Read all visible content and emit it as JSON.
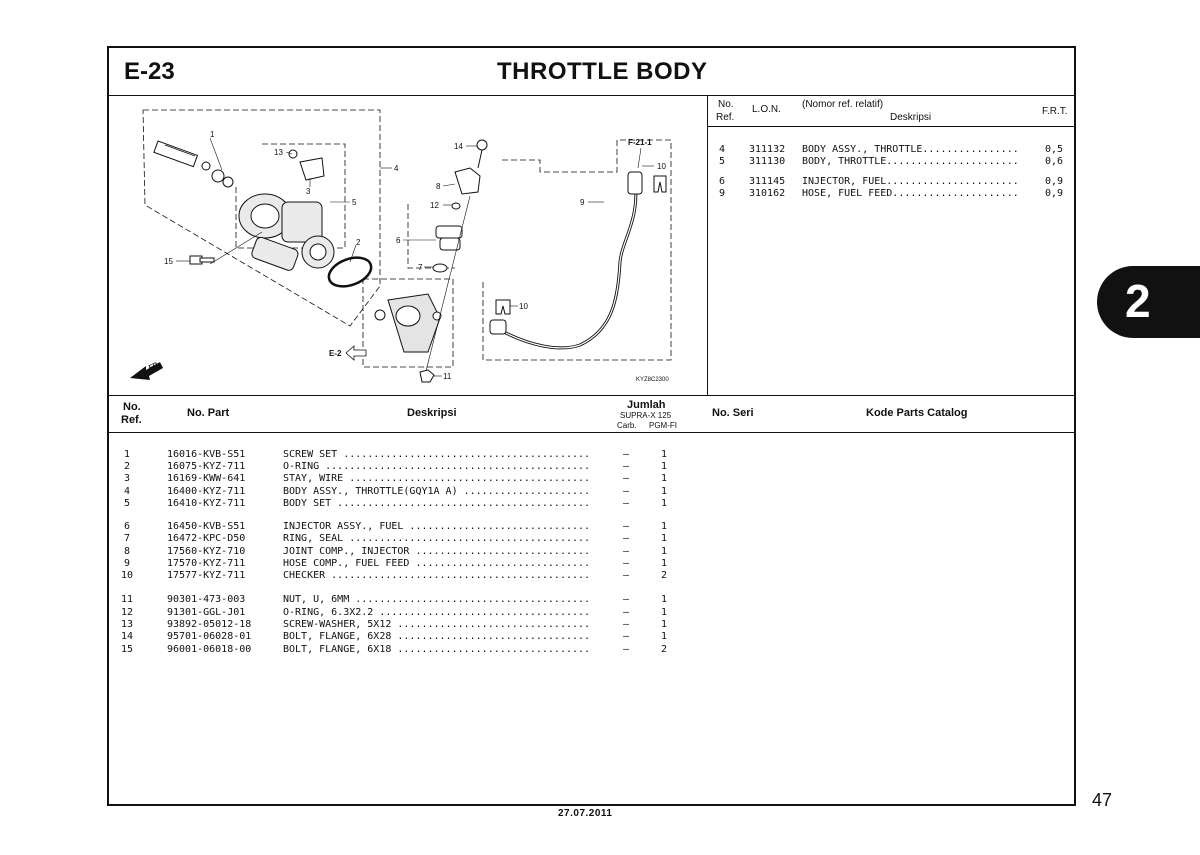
{
  "header": {
    "code": "E-23",
    "title": "THROTTLE BODY"
  },
  "frt_table": {
    "col_no": "No.",
    "col_ref": "Ref.",
    "col_lon": "L.O.N.",
    "col_nomor": "(Nomor ref. relatif)",
    "col_deskripsi": "Deskripsi",
    "col_frt": "F.R.T.",
    "rows": [
      {
        "no": "4",
        "lon": "311132",
        "desc": "BODY ASSY., THROTTLE................",
        "frt": "0,5"
      },
      {
        "no": "5",
        "lon": "311130",
        "desc": "BODY, THROTTLE......................",
        "frt": "0,6"
      },
      {
        "no": "6",
        "lon": "311145",
        "desc": "INJECTOR, FUEL......................",
        "frt": "0,9"
      },
      {
        "no": "9",
        "lon": "310162",
        "desc": "HOSE, FUEL FEED.....................",
        "frt": "0,9"
      }
    ]
  },
  "diagram": {
    "callouts": [
      "1",
      "2",
      "3",
      "4",
      "5",
      "6",
      "7",
      "8",
      "9",
      "10",
      "10",
      "11",
      "12",
      "13",
      "14",
      "15"
    ],
    "ref_f21": "F-21-1",
    "ref_e2": "E-2",
    "fr_label": "FR.",
    "code": "KYZ8C2300"
  },
  "parts_table": {
    "h_no": "No.",
    "h_ref": "Ref.",
    "h_nopart": "No. Part",
    "h_deskripsi": "Deskripsi",
    "h_jumlah": "Jumlah",
    "h_model": "SUPRA-X 125",
    "h_carb": "Carb.",
    "h_pgmfi": "PGM-FI",
    "h_noseri": "No. Seri",
    "h_kode": "Kode Parts Catalog",
    "rows": [
      {
        "ref": "1",
        "part": "16016-KVB-S51",
        "desc": "SCREW SET .........................................",
        "carb": "–",
        "pgm": "1"
      },
      {
        "ref": "2",
        "part": "16075-KYZ-711",
        "desc": "O-RING ............................................",
        "carb": "–",
        "pgm": "1"
      },
      {
        "ref": "3",
        "part": "16169-KWW-641",
        "desc": "STAY, WIRE ........................................",
        "carb": "–",
        "pgm": "1"
      },
      {
        "ref": "4",
        "part": "16400-KYZ-711",
        "desc": "BODY ASSY., THROTTLE(GQY1A A) .....................",
        "carb": "–",
        "pgm": "1"
      },
      {
        "ref": "5",
        "part": "16410-KYZ-711",
        "desc": "BODY SET ..........................................",
        "carb": "–",
        "pgm": "1"
      },
      {
        "ref": "6",
        "part": "16450-KVB-S51",
        "desc": "INJECTOR ASSY., FUEL ..............................",
        "carb": "–",
        "pgm": "1"
      },
      {
        "ref": "7",
        "part": "16472-KPC-D50",
        "desc": "RING, SEAL ........................................",
        "carb": "–",
        "pgm": "1"
      },
      {
        "ref": "8",
        "part": "17560-KYZ-710",
        "desc": "JOINT COMP., INJECTOR .............................",
        "carb": "–",
        "pgm": "1"
      },
      {
        "ref": "9",
        "part": "17570-KYZ-711",
        "desc": "HOSE COMP., FUEL FEED .............................",
        "carb": "–",
        "pgm": "1"
      },
      {
        "ref": "10",
        "part": "17577-KYZ-711",
        "desc": "CHECKER ...........................................",
        "carb": "–",
        "pgm": "2"
      },
      {
        "ref": "11",
        "part": "90301-473-003",
        "desc": "NUT, U, 6MM .......................................",
        "carb": "–",
        "pgm": "1"
      },
      {
        "ref": "12",
        "part": "91301-GGL-J01",
        "desc": "O-RING, 6.3X2.2 ...................................",
        "carb": "–",
        "pgm": "1"
      },
      {
        "ref": "13",
        "part": "93892-05012-18",
        "desc": "SCREW-WASHER, 5X12 ................................",
        "carb": "–",
        "pgm": "1"
      },
      {
        "ref": "14",
        "part": "95701-06028-01",
        "desc": "BOLT, FLANGE, 6X28 ................................",
        "carb": "–",
        "pgm": "1"
      },
      {
        "ref": "15",
        "part": "96001-06018-00",
        "desc": "BOLT, FLANGE, 6X18 ................................",
        "carb": "–",
        "pgm": "2"
      }
    ]
  },
  "side_tab": "2",
  "page_number": "47",
  "date": "27.07.2011"
}
